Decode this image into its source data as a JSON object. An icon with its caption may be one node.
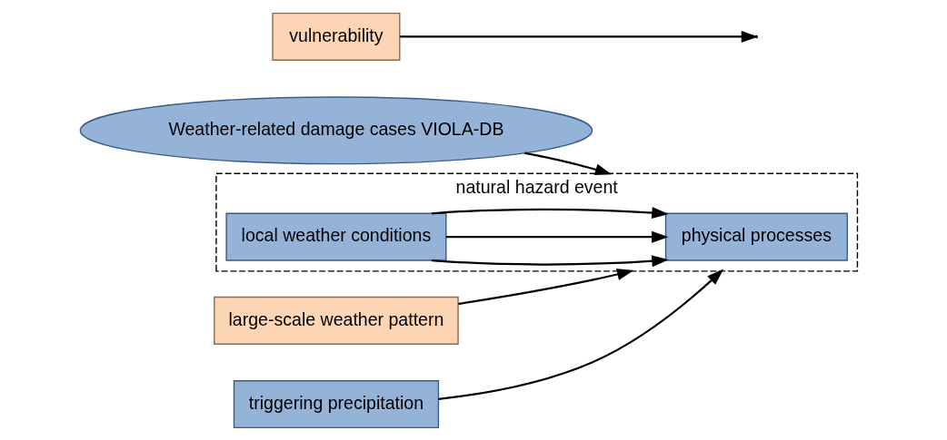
{
  "diagram": {
    "nodes": [
      {
        "text": [
          "Weather-related damage cases VIOLA-DB"
        ]
      },
      {
        "text": [
          "large-scale weather pattern"
        ]
      },
      {
        "text": [
          "natural hazard event"
        ]
      },
      {
        "text": [
          "physical processes"
        ],
        "in": 2
      },
      {
        "text": [
          "local weather conditions"
        ],
        "in": 2
      },
      {
        "text": [
          "vulnerability"
        ]
      },
      {
        "text": [
          "triggering precipitation"
        ]
      }
    ],
    "edges": [
      {
        "from": 1,
        "to": 2,
        "arrow": "to"
      },
      {
        "from": 0,
        "to": 2,
        "arrow": "to"
      },
      {
        "from": 5,
        "to": null,
        "arrow": "to"
      },
      {
        "from": 4,
        "to": 3,
        "arrow": "to"
      },
      {
        "from": 4,
        "to": 3,
        "arrow": "to"
      },
      {
        "from": 4,
        "to": 3,
        "arrow": "to"
      },
      {
        "from": 6,
        "to": 2,
        "arrow": "to"
      }
    ]
  }
}
